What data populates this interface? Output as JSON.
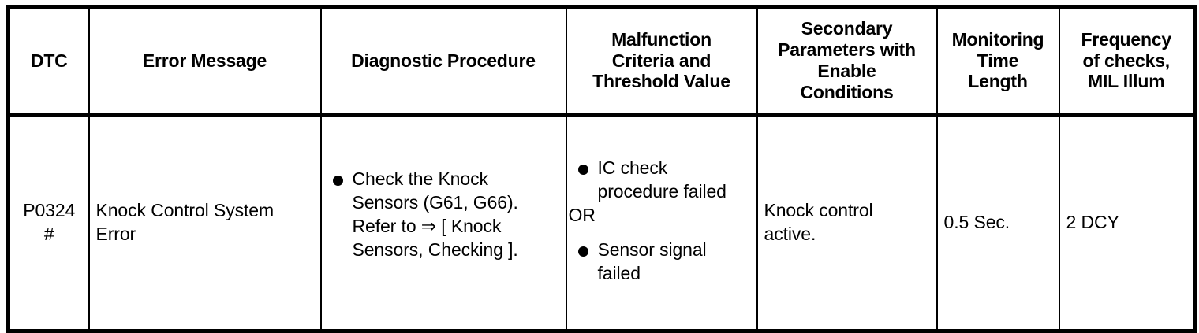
{
  "table": {
    "columns": [
      {
        "key": "dtc",
        "header": "DTC"
      },
      {
        "key": "msg",
        "header": "Error Message"
      },
      {
        "key": "proc",
        "header": "Diagnostic Procedure"
      },
      {
        "key": "malf",
        "header": "Malfunction\nCriteria and\nThreshold Value"
      },
      {
        "key": "sec",
        "header": "Secondary\nParameters with\nEnable\nConditions"
      },
      {
        "key": "mon",
        "header": "Monitoring\nTime\nLength"
      },
      {
        "key": "freq",
        "header": "Frequency\nof checks,\nMIL Illum"
      }
    ],
    "headers": {
      "dtc": "DTC",
      "error_message": "Error Message",
      "diagnostic_procedure": "Diagnostic Procedure",
      "malfunction_line1": "Malfunction",
      "malfunction_line2": "Criteria and",
      "malfunction_line3": "Threshold Value",
      "secondary_line1": "Secondary",
      "secondary_line2": "Parameters with",
      "secondary_line3": "Enable",
      "secondary_line4": "Conditions",
      "monitoring_line1": "Monitoring",
      "monitoring_line2": "Time",
      "monitoring_line3": "Length",
      "frequency_line1": "Frequency",
      "frequency_line2": "of checks,",
      "frequency_line3": "MIL Illum"
    },
    "row": {
      "dtc_code": "P0324",
      "dtc_marker": "#",
      "error_message": "Knock Control System Error",
      "diagnostic_procedure_bullet": "Check the Knock Sensors (G61, G66). Refer to ⇒ [ Knock Sensors, Checking ].",
      "malfunction_bullet_1": "IC check procedure failed",
      "malfunction_operator": "OR",
      "malfunction_bullet_2": "Sensor signal failed",
      "secondary_parameters": "Knock control active.",
      "monitoring_time_length": "0.5 Sec.",
      "frequency_of_checks": "2 DCY"
    }
  },
  "style": {
    "text_color": "#000000",
    "background_color": "#ffffff",
    "border_color": "#000000"
  }
}
